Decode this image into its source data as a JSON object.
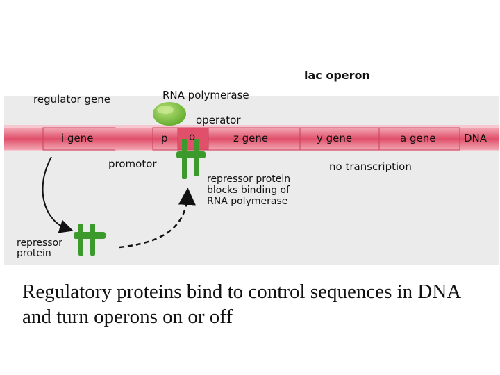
{
  "title": "lac operon",
  "labels": {
    "regulator_gene": "regulator gene",
    "rna_polymerase": "RNA polymerase",
    "operator": "operator",
    "promotor": "promotor",
    "no_transcription": "no transcription",
    "repressor_blocks": [
      "repressor protein",
      "blocks binding of",
      "RNA polymerase"
    ],
    "repressor_protein": [
      "repressor",
      "protein"
    ],
    "dna": "DNA"
  },
  "segments": {
    "i_gene": "i gene",
    "p": "p",
    "o": "o",
    "z_gene": "z gene",
    "y_gene": "y gene",
    "a_gene": "a gene"
  },
  "caption": "Regulatory proteins bind to control sequences in DNA and turn operons on or off",
  "colors": {
    "dna_dark": "#e0506a",
    "dna_light": "#f2a7b3",
    "polymerase": "#7ec43e",
    "repressor": "#3c9a2c",
    "background_panel": "#ebebeb"
  }
}
